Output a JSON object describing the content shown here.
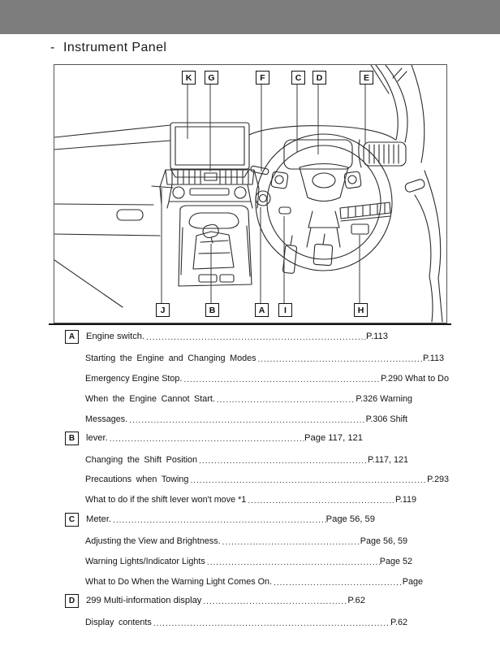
{
  "page": {
    "title_dash": "-",
    "title": "Instrument Panel"
  },
  "diagram": {
    "illustration": "car-dashboard-line-drawing",
    "callouts_top": [
      "K",
      "G",
      "F",
      "C",
      "D",
      "E"
    ],
    "callouts_bottom": [
      "J",
      "B",
      "A",
      "I",
      "H"
    ]
  },
  "index": {
    "entries": [
      {
        "letter": "A",
        "label": "Engine switch.",
        "page": "P.113"
      },
      {
        "label": "Starting the Engine and Changing Modes",
        "page": "P.113"
      },
      {
        "label": "Emergency Engine Stop.",
        "page": "P.290 What to Do"
      },
      {
        "label": "When the Engine Cannot Start.",
        "page": "P.326 Warning"
      },
      {
        "label": "Messages.",
        "page": "P.306 Shift"
      },
      {
        "letter": "B",
        "label": "lever.",
        "page": "Page 117, 121"
      },
      {
        "label": "Changing the Shift Position",
        "page": "P.117, 121"
      },
      {
        "label": "Precautions when Towing",
        "page": "P.293"
      },
      {
        "label": "What to do if the shift lever won't move *1",
        "page": "P.119"
      },
      {
        "letter": "C",
        "label": "Meter.",
        "page": "Page 56, 59"
      },
      {
        "label": "Adjusting the View and Brightness.",
        "page": "Page 56, 59"
      },
      {
        "label": "Warning Lights/Indicator Lights",
        "page": "Page 52"
      },
      {
        "label": "What to Do When the Warning Light Comes On.",
        "page": "Page"
      },
      {
        "letter": "D",
        "label": "299 Multi-information display",
        "page": "P.62"
      },
      {
        "label": "Display contents",
        "page": "P.62"
      }
    ]
  },
  "colors": {
    "header_bar": "#7d7d7d",
    "text": "#1a1a1a",
    "frame_border": "#555555",
    "rule": "#161616",
    "line_art": "#2b2b2b"
  }
}
